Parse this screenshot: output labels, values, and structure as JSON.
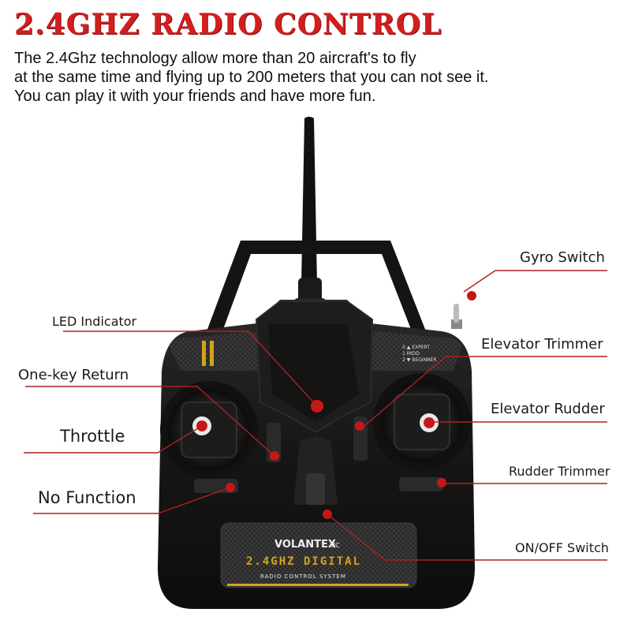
{
  "header": {
    "title": "2.4GHZ RADIO CONTROL",
    "lines": [
      "The 2.4Ghz technology allow more than 20 aircraft's to fly",
      "at the same time and flying up to 200 meters that you can not see it.",
      "You can play it with your friends and have more fun."
    ]
  },
  "callouts": {
    "gyro_switch": "Gyro Switch",
    "led_indicator": "LED Indicator",
    "elevator_trimmer": "Elevator Trimmer",
    "one_key_return": "One-key Return",
    "elevator_rudder": "Elevator Rudder",
    "throttle": "Throttle",
    "rudder_trimmer": "Rudder  Trimmer",
    "no_function": "No Function",
    "on_off_switch": "ON/OFF Switch"
  },
  "device": {
    "brand": "VOLANTEX",
    "brand_suffix": "RC",
    "band_label": "2.4GHZ DIGITAL",
    "system_label": "RADIO CONTROL SYSTEM",
    "mode_lines": [
      "0 ▲ EXPERT",
      "1    MIDD",
      "2 ▼ BEGINNER"
    ]
  },
  "colors": {
    "accent_red": "#d11f1f",
    "leader_red": "#b0201f",
    "body_black": "#161616",
    "gold": "#d6a21b"
  }
}
